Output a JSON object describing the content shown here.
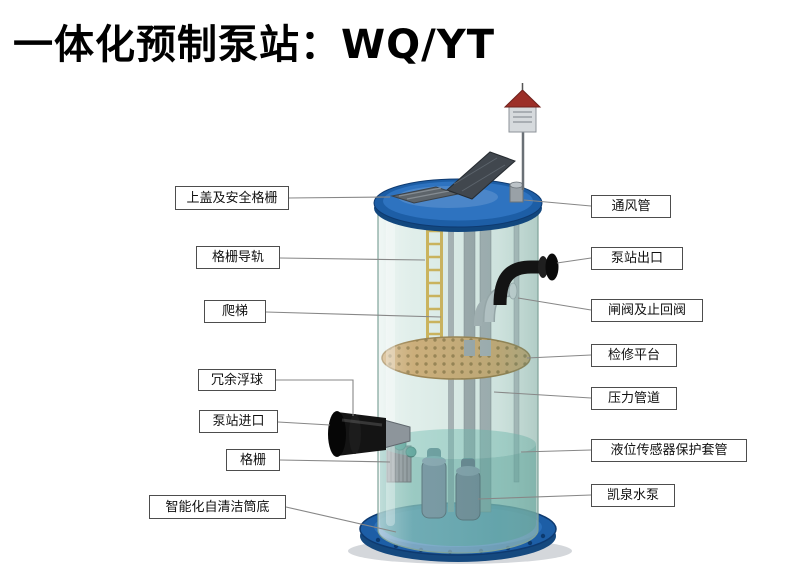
{
  "title": "一体化预制泵站：WQ/YT",
  "diagram": {
    "labels_left": [
      {
        "text": "上盖及安全格栅"
      },
      {
        "text": "格栅导轨"
      },
      {
        "text": "爬梯"
      },
      {
        "text": "冗余浮球"
      },
      {
        "text": "泵站进口"
      },
      {
        "text": "格栅"
      },
      {
        "text": "智能化自清洁筒底"
      }
    ],
    "labels_right": [
      {
        "text": "通风管"
      },
      {
        "text": "泵站出口"
      },
      {
        "text": "闸阀及止回阀"
      },
      {
        "text": "检修平台"
      },
      {
        "text": "压力管道"
      },
      {
        "text": "液位传感器保护套管"
      },
      {
        "text": "凯泉水泵"
      }
    ],
    "colors": {
      "shell_blue": "#1d5ea6",
      "glass_tint": "#b9d8cf",
      "water_teal": "#3a968c",
      "platform_tan": "#c79a58",
      "pipe_black": "#141414",
      "ladder_yellow": "#c9a232",
      "roof_red": "#9c2f28"
    }
  }
}
